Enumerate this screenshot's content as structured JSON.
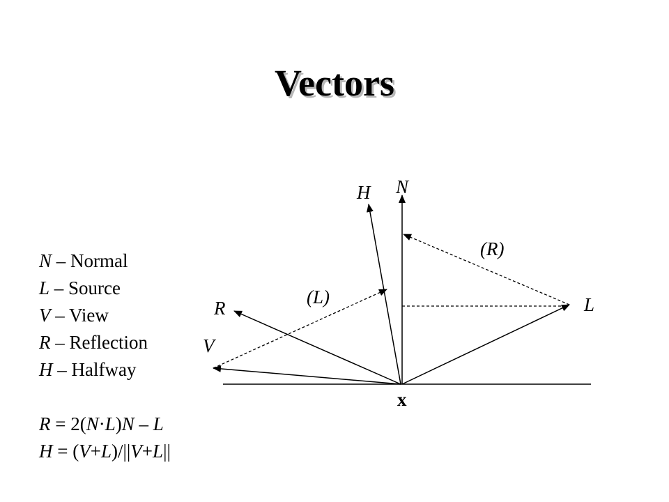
{
  "title": "Vectors",
  "legend": {
    "items": [
      {
        "symbol": "N",
        "description": "Normal"
      },
      {
        "symbol": "L",
        "description": "Source"
      },
      {
        "symbol": "V",
        "description": "View"
      },
      {
        "symbol": "R",
        "description": "Reflection"
      },
      {
        "symbol": "H",
        "description": "Halfway"
      }
    ],
    "dash": "–"
  },
  "formulas": {
    "reflection": {
      "lhs": "R",
      "eq": " = 2(",
      "n1": "N",
      "dot": "·",
      "l1": "L",
      "mid": ")",
      "n2": "N",
      "minus": " – ",
      "l2": "L"
    },
    "halfway": {
      "lhs": "H",
      "eq": " = (",
      "v1": "V",
      "plus1": "+",
      "l1": "L",
      "mid": ")/||",
      "v2": "V",
      "plus2": "+",
      "l2": "L",
      "end": "||"
    }
  },
  "diagram": {
    "labels": {
      "normal": "N",
      "halfway": "H",
      "reflection_projection": "(R)",
      "source_projection": "(L)",
      "source": "L",
      "reflection": "R",
      "view": "V",
      "origin": "x"
    }
  }
}
